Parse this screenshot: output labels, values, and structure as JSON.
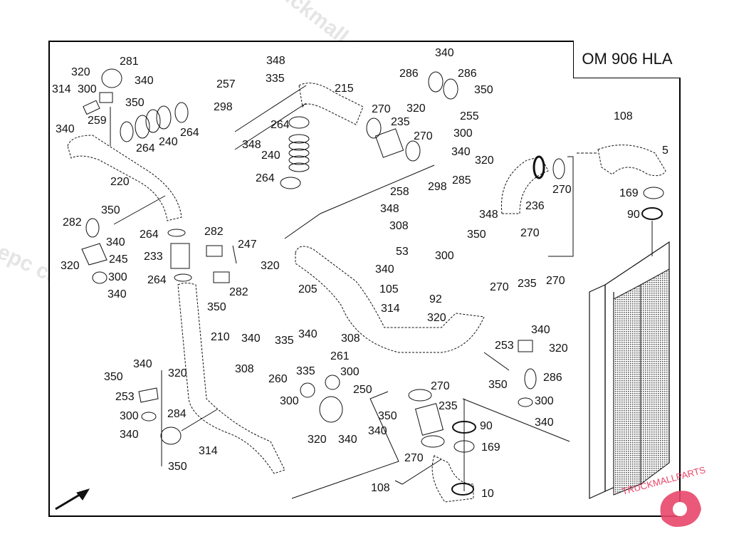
{
  "title": "OM 906 HLA",
  "watermark": {
    "text1": "truckmall.ru epc catalog",
    "text2": "l epc catalog",
    "text3": "truckmall.ru epc catalog"
  },
  "logo": {
    "text": "TRUCKMALLPARTS",
    "color": "#e8476a"
  },
  "labels": [
    {
      "id": "p281a",
      "text": "281"
    },
    {
      "id": "p320a",
      "text": "320"
    },
    {
      "id": "p340a",
      "text": "340"
    },
    {
      "id": "p314a",
      "text": "314"
    },
    {
      "id": "p300a",
      "text": "300"
    },
    {
      "id": "p350a",
      "text": "350"
    },
    {
      "id": "p259",
      "text": "259"
    },
    {
      "id": "p340b",
      "text": "340"
    },
    {
      "id": "p264a",
      "text": "264"
    },
    {
      "id": "p240a",
      "text": "240"
    },
    {
      "id": "p264b",
      "text": "264"
    },
    {
      "id": "p220",
      "text": "220"
    },
    {
      "id": "p348a",
      "text": "348"
    },
    {
      "id": "p257",
      "text": "257"
    },
    {
      "id": "p335a",
      "text": "335"
    },
    {
      "id": "p298a",
      "text": "298"
    },
    {
      "id": "p215",
      "text": "215"
    },
    {
      "id": "p264c",
      "text": "264"
    },
    {
      "id": "p348b",
      "text": "348"
    },
    {
      "id": "p240b",
      "text": "240"
    },
    {
      "id": "p264d",
      "text": "264"
    },
    {
      "id": "p270a",
      "text": "270"
    },
    {
      "id": "p235a",
      "text": "235"
    },
    {
      "id": "p270b",
      "text": "270"
    },
    {
      "id": "p340c",
      "text": "340"
    },
    {
      "id": "p286a",
      "text": "286"
    },
    {
      "id": "p286b",
      "text": "286"
    },
    {
      "id": "p350b",
      "text": "350"
    },
    {
      "id": "p320b",
      "text": "320"
    },
    {
      "id": "p255",
      "text": "255"
    },
    {
      "id": "p300b",
      "text": "300"
    },
    {
      "id": "p340d",
      "text": "340"
    },
    {
      "id": "p320c",
      "text": "320"
    },
    {
      "id": "p108a",
      "text": "108"
    },
    {
      "id": "p5",
      "text": "5"
    },
    {
      "id": "p270c",
      "text": "270"
    },
    {
      "id": "p236",
      "text": "236"
    },
    {
      "id": "p169a",
      "text": "169"
    },
    {
      "id": "p90a",
      "text": "90"
    },
    {
      "id": "p258",
      "text": "258"
    },
    {
      "id": "p298b",
      "text": "298"
    },
    {
      "id": "p285",
      "text": "285"
    },
    {
      "id": "p348c",
      "text": "348"
    },
    {
      "id": "p348d",
      "text": "348"
    },
    {
      "id": "p308a",
      "text": "308"
    },
    {
      "id": "p350c",
      "text": "350"
    },
    {
      "id": "p270d",
      "text": "270"
    },
    {
      "id": "p53",
      "text": "53"
    },
    {
      "id": "p300c",
      "text": "300"
    },
    {
      "id": "p340e",
      "text": "340"
    },
    {
      "id": "p105",
      "text": "105"
    },
    {
      "id": "p92",
      "text": "92"
    },
    {
      "id": "p314b",
      "text": "314"
    },
    {
      "id": "p320d",
      "text": "320"
    },
    {
      "id": "p270e",
      "text": "270"
    },
    {
      "id": "p235b",
      "text": "235"
    },
    {
      "id": "p270f",
      "text": "270"
    },
    {
      "id": "p282a",
      "text": "282"
    },
    {
      "id": "p350d",
      "text": "350"
    },
    {
      "id": "p340f",
      "text": "340"
    },
    {
      "id": "p245",
      "text": "245"
    },
    {
      "id": "p320e",
      "text": "320"
    },
    {
      "id": "p300d",
      "text": "300"
    },
    {
      "id": "p340g",
      "text": "340"
    },
    {
      "id": "p264e",
      "text": "264"
    },
    {
      "id": "p233",
      "text": "233"
    },
    {
      "id": "p264f",
      "text": "264"
    },
    {
      "id": "p282b",
      "text": "282"
    },
    {
      "id": "p247",
      "text": "247"
    },
    {
      "id": "p320f",
      "text": "320"
    },
    {
      "id": "p282c",
      "text": "282"
    },
    {
      "id": "p350e",
      "text": "350"
    },
    {
      "id": "p205",
      "text": "205"
    },
    {
      "id": "p210",
      "text": "210"
    },
    {
      "id": "p340h",
      "text": "340"
    },
    {
      "id": "p335b",
      "text": "335"
    },
    {
      "id": "p340i",
      "text": "340"
    },
    {
      "id": "p308b",
      "text": "308"
    },
    {
      "id": "p261",
      "text": "261"
    },
    {
      "id": "p308c",
      "text": "308"
    },
    {
      "id": "p260",
      "text": "260"
    },
    {
      "id": "p335c",
      "text": "335"
    },
    {
      "id": "p300e",
      "text": "300"
    },
    {
      "id": "p300f",
      "text": "300"
    },
    {
      "id": "p250",
      "text": "250"
    },
    {
      "id": "p350f",
      "text": "350"
    },
    {
      "id": "p340j",
      "text": "340"
    },
    {
      "id": "p320g",
      "text": "320"
    },
    {
      "id": "p340k",
      "text": "340"
    },
    {
      "id": "p340l",
      "text": "340"
    },
    {
      "id": "p350g",
      "text": "350"
    },
    {
      "id": "p320h",
      "text": "320"
    },
    {
      "id": "p253a",
      "text": "253"
    },
    {
      "id": "p300g",
      "text": "300"
    },
    {
      "id": "p284",
      "text": "284"
    },
    {
      "id": "p340m",
      "text": "340"
    },
    {
      "id": "p314c",
      "text": "314"
    },
    {
      "id": "p350h",
      "text": "350"
    },
    {
      "id": "p270g",
      "text": "270"
    },
    {
      "id": "p235c",
      "text": "235"
    },
    {
      "id": "p90b",
      "text": "90"
    },
    {
      "id": "p169b",
      "text": "169"
    },
    {
      "id": "p270h",
      "text": "270"
    },
    {
      "id": "p108b",
      "text": "108"
    },
    {
      "id": "p10",
      "text": "10"
    },
    {
      "id": "p340n",
      "text": "340"
    },
    {
      "id": "p253b",
      "text": "253"
    },
    {
      "id": "p320i",
      "text": "320"
    },
    {
      "id": "p350i",
      "text": "350"
    },
    {
      "id": "p286c",
      "text": "286"
    },
    {
      "id": "p300h",
      "text": "300"
    },
    {
      "id": "p340o",
      "text": "340"
    }
  ]
}
